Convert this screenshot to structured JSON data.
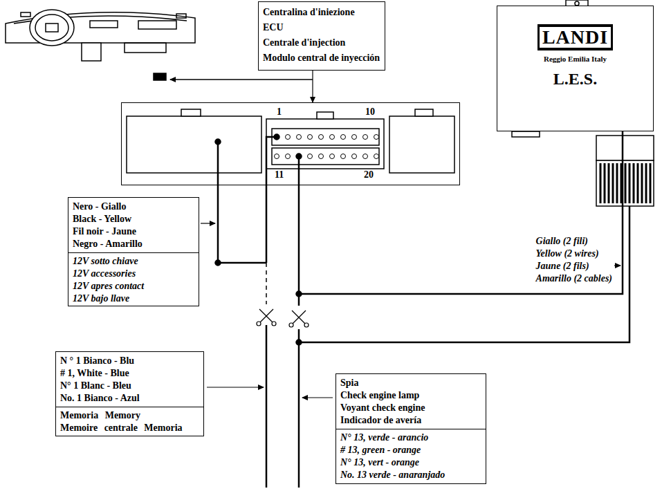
{
  "diagram": {
    "nodes": [
      {
        "text": [
          "Centralina d'iniezione",
          "ECU",
          "Centrale d'injection",
          "Modulo central de inyección"
        ]
      },
      {
        "text": [
          "1",
          "10",
          "11",
          "20"
        ]
      },
      {
        "text": [
          "LANDI",
          "Reggio Emilia Italy",
          "L.E.S."
        ]
      },
      {
        "text": [
          "Nero - Giallo",
          "Black - Yellow",
          "Fil noir - Jaune",
          "Negro - Amarillo",
          "12V sotto chiave",
          "12V accessories",
          "12V apres contact",
          "12V bajo llave"
        ]
      },
      {
        "text": [
          "N ° 1 Bianco - Blu",
          "# 1, White - Blue",
          "N° 1 Blanc - Bleu",
          "No. 1 Bianco - Azul",
          "Memoria Memory",
          "Memoire centrale Memoria"
        ]
      },
      {
        "text": [
          "Spia",
          "Check engine lamp",
          "Voyant check engine",
          "Indicador de avería",
          "N° 13, verde - arancio",
          "# 13, green - orange",
          "N° 13, vert - orange",
          "No. 13 verde - anaranjado"
        ]
      }
    ],
    "edges": [
      {
        "from": 0,
        "to": 1,
        "arrow": "to"
      },
      {
        "from": 1,
        "to": 2,
        "arrow": "none"
      }
    ],
    "labels": [
      "Giallo (2 fili)",
      "Yellow (2 wires)",
      "Jaune (2 fils)",
      "Amarillo (2 cables)"
    ]
  }
}
